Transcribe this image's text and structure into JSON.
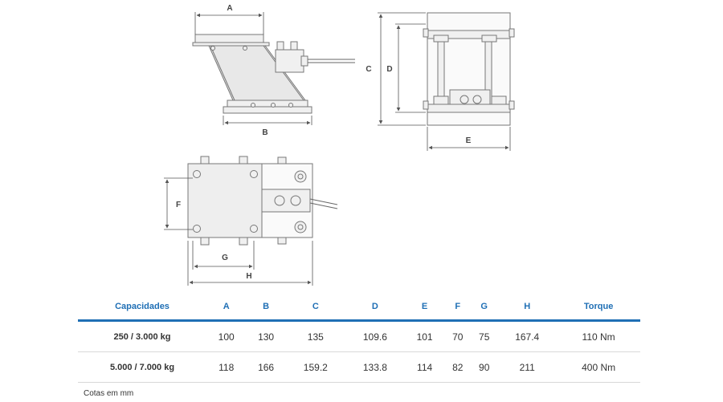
{
  "drawing": {
    "labels": {
      "a": "A",
      "b": "B",
      "c": "C",
      "d": "D",
      "e": "E",
      "f": "F",
      "g": "G",
      "h": "H"
    }
  },
  "table": {
    "headers": [
      "Capacidades",
      "A",
      "B",
      "C",
      "D",
      "E",
      "F",
      "G",
      "H",
      "Torque"
    ],
    "rows": [
      [
        "250 / 3.000 kg",
        "100",
        "130",
        "135",
        "109.6",
        "101",
        "70",
        "75",
        "167.4",
        "110 Nm"
      ],
      [
        "5.000 / 7.000 kg",
        "118",
        "166",
        "159.2",
        "133.8",
        "114",
        "82",
        "90",
        "211",
        "400 Nm"
      ]
    ]
  },
  "footnote": "Cotas em mm",
  "colors": {
    "accent": "#1f6fb5",
    "part_fill": "#f0f0f0",
    "part_stroke": "#777777"
  }
}
